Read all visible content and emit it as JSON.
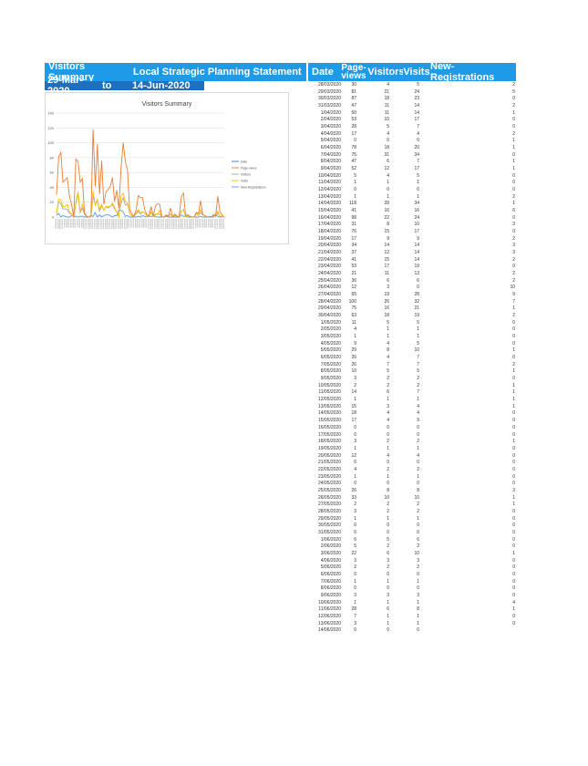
{
  "header": {
    "title": "Visitors Summary",
    "statement": "Local Strategic Planning Statement",
    "from_date": "29-Mar-2020",
    "to_label": "to",
    "to_date": "14-Jun-2020",
    "cols": [
      "Date",
      "Page-views",
      "Visitors",
      "Visits",
      "New-Registrations"
    ]
  },
  "colors": {
    "header_bg": "#1e9be8",
    "subheader_bg": "#1e6fbd",
    "pageviews": "#ed7d31",
    "visitors": "#a5a5a5",
    "visits": "#ffc000",
    "newreg": "#5b9bd5",
    "date": "#4472c4"
  },
  "rows": [
    [
      "28/03/2020",
      30,
      4,
      5,
      2
    ],
    [
      "29/03/2020",
      81,
      21,
      24,
      5
    ],
    [
      "30/03/2020",
      87,
      18,
      23,
      0
    ],
    [
      "31/03/2020",
      47,
      11,
      14,
      2
    ],
    [
      "1/04/2020",
      50,
      11,
      14,
      1
    ],
    [
      "2/04/2020",
      53,
      10,
      17,
      0
    ],
    [
      "3/04/2020",
      28,
      5,
      7,
      0
    ],
    [
      "4/04/2020",
      17,
      4,
      4,
      2
    ],
    [
      "5/04/2020",
      0,
      0,
      0,
      1
    ],
    [
      "6/04/2020",
      78,
      18,
      20,
      1
    ],
    [
      "7/04/2020",
      75,
      31,
      34,
      0
    ],
    [
      "8/04/2020",
      47,
      6,
      7,
      1
    ],
    [
      "9/04/2020",
      52,
      12,
      17,
      1
    ],
    [
      "10/04/2020",
      5,
      4,
      5,
      0
    ],
    [
      "11/04/2020",
      1,
      1,
      1,
      0
    ],
    [
      "12/04/2020",
      0,
      0,
      0,
      0
    ],
    [
      "13/04/2020",
      1,
      1,
      1,
      2
    ],
    [
      "14/04/2020",
      118,
      28,
      34,
      1
    ],
    [
      "15/04/2020",
      41,
      16,
      16,
      6
    ],
    [
      "16/04/2020",
      98,
      22,
      24,
      0
    ],
    [
      "17/04/2020",
      31,
      8,
      10,
      3
    ],
    [
      "18/04/2020",
      76,
      15,
      17,
      0
    ],
    [
      "19/04/2020",
      17,
      9,
      9,
      2
    ],
    [
      "20/04/2020",
      34,
      14,
      14,
      3
    ],
    [
      "21/04/2020",
      37,
      12,
      14,
      3
    ],
    [
      "22/04/2020",
      41,
      15,
      14,
      2
    ],
    [
      "23/04/2020",
      53,
      17,
      19,
      0
    ],
    [
      "24/04/2020",
      21,
      11,
      13,
      2
    ],
    [
      "25/04/2020",
      36,
      6,
      6,
      2
    ],
    [
      "26/04/2020",
      12,
      3,
      0,
      10
    ],
    [
      "27/04/2020",
      65,
      19,
      28,
      9
    ],
    [
      "28/04/2020",
      100,
      26,
      32,
      7
    ],
    [
      "29/04/2020",
      75,
      16,
      21,
      1
    ],
    [
      "30/04/2020",
      63,
      18,
      19,
      2
    ],
    [
      "1/05/2020",
      11,
      5,
      5,
      0
    ],
    [
      "2/05/2020",
      4,
      1,
      1,
      0
    ],
    [
      "3/05/2020",
      1,
      1,
      1,
      0
    ],
    [
      "4/05/2020",
      9,
      4,
      5,
      0
    ],
    [
      "5/05/2020",
      29,
      8,
      10,
      1
    ],
    [
      "6/05/2020",
      26,
      4,
      7,
      0
    ],
    [
      "7/05/2020",
      26,
      7,
      7,
      2
    ],
    [
      "8/05/2020",
      10,
      5,
      5,
      1
    ],
    [
      "9/05/2020",
      3,
      2,
      2,
      0
    ],
    [
      "10/05/2020",
      2,
      2,
      2,
      1
    ],
    [
      "11/05/2020",
      14,
      6,
      7,
      1
    ],
    [
      "12/05/2020",
      1,
      1,
      1,
      1
    ],
    [
      "13/05/2020",
      15,
      3,
      4,
      1
    ],
    [
      "14/05/2020",
      18,
      4,
      4,
      0
    ],
    [
      "15/05/2020",
      17,
      4,
      9,
      0
    ],
    [
      "16/05/2020",
      0,
      0,
      0,
      0
    ],
    [
      "17/05/2020",
      0,
      0,
      0,
      0
    ],
    [
      "18/05/2020",
      3,
      2,
      2,
      1
    ],
    [
      "19/05/2020",
      1,
      1,
      1,
      0
    ],
    [
      "20/05/2020",
      12,
      4,
      4,
      0
    ],
    [
      "21/05/2020",
      0,
      0,
      0,
      0
    ],
    [
      "22/05/2020",
      4,
      2,
      2,
      0
    ],
    [
      "23/05/2020",
      1,
      1,
      1,
      0
    ],
    [
      "24/05/2020",
      0,
      0,
      0,
      0
    ],
    [
      "25/05/2020",
      26,
      8,
      8,
      3
    ],
    [
      "26/05/2020",
      33,
      10,
      10,
      1
    ],
    [
      "27/05/2020",
      2,
      2,
      2,
      1
    ],
    [
      "28/05/2020",
      3,
      2,
      2,
      0
    ],
    [
      "29/05/2020",
      1,
      1,
      1,
      0
    ],
    [
      "30/05/2020",
      0,
      0,
      0,
      0
    ],
    [
      "31/05/2020",
      0,
      0,
      0,
      0
    ],
    [
      "1/06/2020",
      6,
      5,
      6,
      0
    ],
    [
      "2/06/2020",
      5,
      2,
      2,
      0
    ],
    [
      "3/06/2020",
      22,
      6,
      10,
      1
    ],
    [
      "4/06/2020",
      3,
      3,
      3,
      0
    ],
    [
      "5/06/2020",
      2,
      2,
      2,
      0
    ],
    [
      "6/06/2020",
      0,
      0,
      0,
      0
    ],
    [
      "7/06/2020",
      1,
      1,
      1,
      0
    ],
    [
      "8/06/2020",
      0,
      0,
      0,
      0
    ],
    [
      "9/06/2020",
      3,
      3,
      3,
      0
    ],
    [
      "10/06/2020",
      1,
      1,
      1,
      4
    ],
    [
      "11/06/2020",
      28,
      6,
      8,
      1
    ],
    [
      "12/06/2020",
      7,
      1,
      1,
      0
    ],
    [
      "13/06/2020",
      3,
      1,
      1,
      0
    ],
    [
      "14/06/2020",
      0,
      0,
      0,
      ""
    ]
  ],
  "chart_data": {
    "type": "line",
    "title": "Visitors Summary",
    "ylim": [
      0,
      140
    ],
    "yticks": [
      0,
      20,
      40,
      60,
      80,
      100,
      120,
      140
    ],
    "grid": true,
    "legend": "right",
    "legend_entries": [
      "Date",
      "Page-views",
      "Visitors",
      "Visits",
      "New-Registrations"
    ],
    "series_source": "rows"
  }
}
